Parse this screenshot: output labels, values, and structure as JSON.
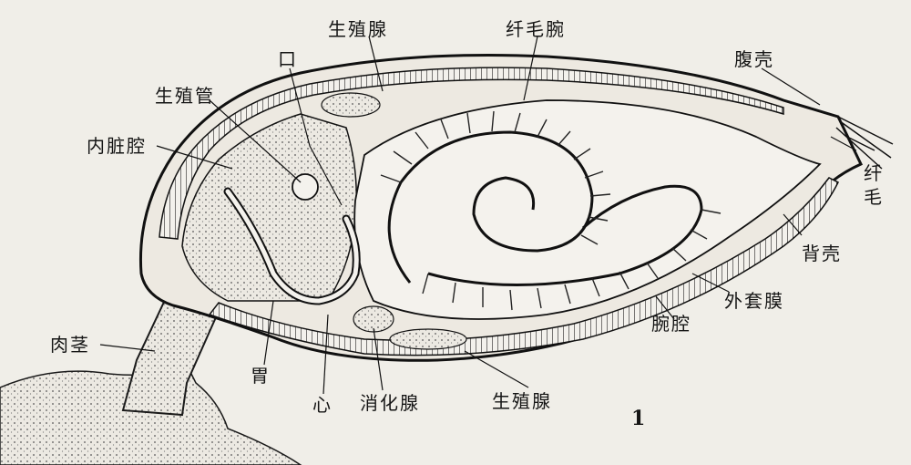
{
  "labels": {
    "gonad_top": "生殖腺",
    "lophophore": "纤毛腕",
    "ventral_valve": "腹壳",
    "mouth": "口",
    "gonoduct": "生殖管",
    "visceral_cavity": "内脏腔",
    "cilia_1": "纤",
    "cilia_2": "毛",
    "dorsal_valve": "背壳",
    "mantle": "外套膜",
    "brachial_cavity": "腕腔",
    "pedicle": "肉茎",
    "stomach": "胃",
    "heart": "心",
    "digestive_gland": "消化腺",
    "gonad_bottom": "生殖腺",
    "figure_number": "1"
  },
  "colors": {
    "ink": "#151515",
    "paper": "#f0eee8",
    "tissue": "#dcd8cf"
  }
}
